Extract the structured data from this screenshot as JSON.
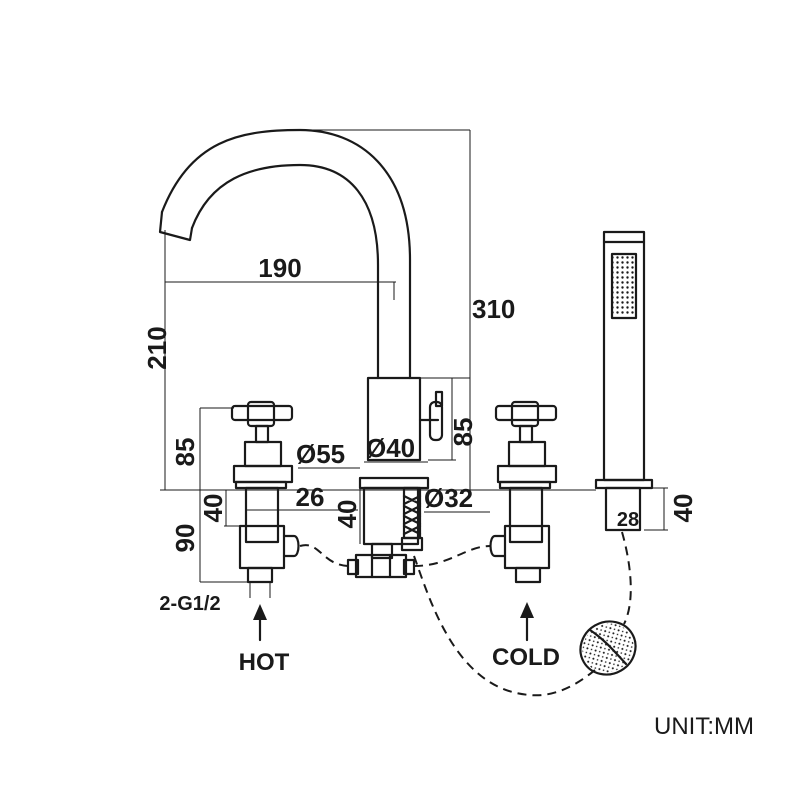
{
  "dimensions": {
    "spout_reach": "190",
    "total_height": "310",
    "spout_outlet_height": "210",
    "handle_height_left": "85",
    "body_height_right": "85",
    "handle_flange_diameter": "Ø55",
    "spout_body_diameter": "Ø40",
    "valve_body_height": "40",
    "valve_body_width": "26",
    "spout_shank_height": "40",
    "spout_shank_diameter": "Ø32",
    "shank_length": "90",
    "inlet_thread": "2-G1/2",
    "shower_base_height": "40",
    "shower_base_diameter": "28"
  },
  "labels": {
    "hot": "HOT",
    "cold": "COLD",
    "unit": "UNIT:MM"
  },
  "icons": [
    "hot-inlet-arrow-icon",
    "cold-inlet-arrow-icon",
    "mixer-tee-icon",
    "shower-hose-weight-icon"
  ]
}
